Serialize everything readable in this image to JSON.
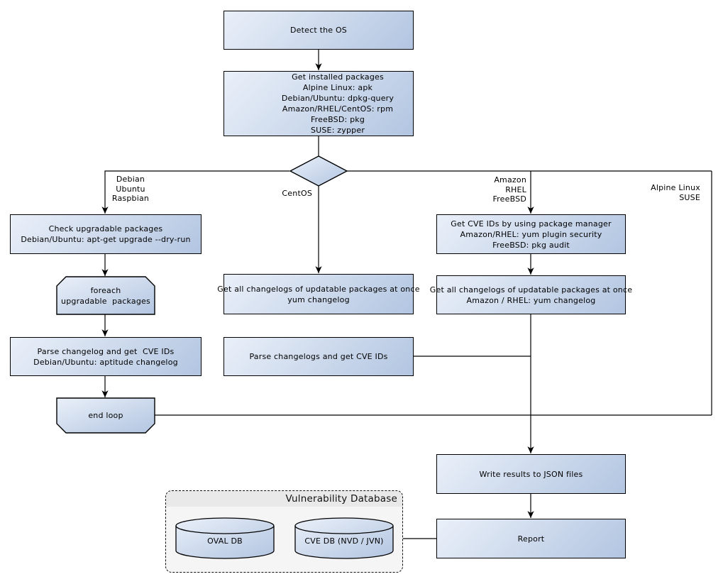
{
  "panel": {
    "title": "Vulnerability Database"
  },
  "nodes": {
    "detect_os": "Detect the OS",
    "get_installed_packages": "Get installed packages\nAlpine Linux: apk\nDebian/Ubuntu: dpkg-query\nAmazon/RHEL/CentOS: rpm\nFreeBSD: pkg\nSUSE: zypper",
    "check_upgradable": "Check upgradable packages\nDebian/Ubuntu: apt-get upgrade --dry-run",
    "foreach_loop": "foreach\nupgradable  packages",
    "parse_changelog_left": "Parse changelog and get  CVE IDs\nDebian/Ubuntu: aptitude changelog",
    "end_loop": "end loop",
    "get_changelogs_centos": "Get all changelogs of updatable packages at once\nyum changelog",
    "parse_changelogs_center": "Parse changelogs and get CVE IDs",
    "get_cve_ids_pkg_manager": "Get CVE IDs by using package manager\nAmazon/RHEL: yum plugin security\nFreeBSD: pkg audit",
    "get_changelogs_amazon": "Get all changelogs of updatable packages at once\nAmazon / RHEL: yum changelog",
    "write_json": "Write results to JSON files",
    "report": "Report",
    "oval_db": "OVAL DB",
    "cve_db": "CVE DB (NVD / JVN)"
  },
  "edge_labels": {
    "debian": "Debian\nUbuntu\nRaspbian",
    "centos": "CentOS",
    "amazon": "Amazon\nRHEL\nFreeBSD",
    "alpine": "Alpine Linux\nSUSE"
  },
  "colors": {
    "node_gradient_start": "#eaf0f9",
    "node_gradient_end": "#b2c5e1",
    "panel_body": "#f5f5f5",
    "panel_header": "#e9e9e9",
    "stroke": "#000000"
  }
}
